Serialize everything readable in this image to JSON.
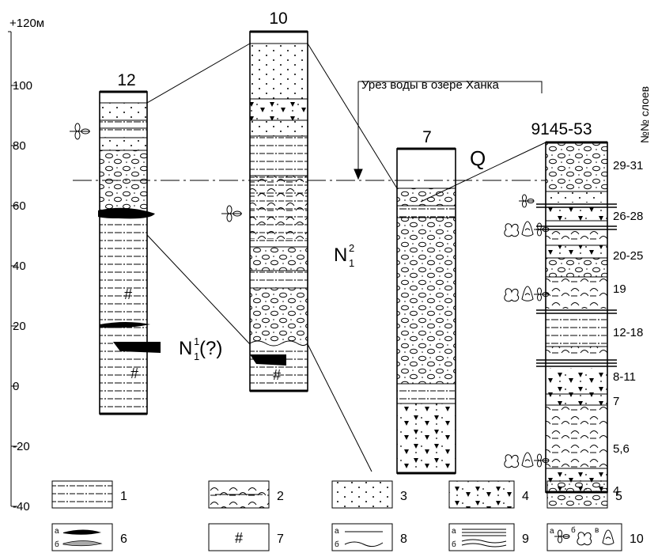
{
  "scale": {
    "top_label": "+120м",
    "ticks": [
      {
        "value": 100,
        "label": "100"
      },
      {
        "value": 80,
        "label": "80"
      },
      {
        "value": 60,
        "label": "60"
      },
      {
        "value": 40,
        "label": "40"
      },
      {
        "value": 20,
        "label": "20"
      },
      {
        "value": 0,
        "label": "0"
      },
      {
        "value": -20,
        "label": "-20"
      },
      {
        "value": -40,
        "label": "-40"
      }
    ]
  },
  "columns": [
    {
      "id": "12",
      "label": "12"
    },
    {
      "id": "10",
      "label": "10"
    },
    {
      "id": "7",
      "label": "7"
    },
    {
      "id": "9145-53",
      "label": "9145-53"
    }
  ],
  "annotations": {
    "water_level": "Урез воды в озере Ханка",
    "layers_header": "№№ слоев",
    "quaternary": "Q",
    "neogene_main": "N",
    "neogene_main_sup": "2",
    "neogene_main_sub": "1",
    "neogene_lower": "N",
    "neogene_lower_sup": "1",
    "neogene_lower_sub": "1",
    "neogene_lower_suffix": "(?)",
    "hash_symbol": "#"
  },
  "layer_numbers": [
    "29-31",
    "26-28",
    "20-25",
    "19",
    "12-18",
    "8-11",
    "7",
    "5,6",
    "4"
  ],
  "legend": [
    {
      "num": "1"
    },
    {
      "num": "2"
    },
    {
      "num": "3"
    },
    {
      "num": "4"
    },
    {
      "num": "5"
    },
    {
      "num": "6",
      "a": "а",
      "b": "б"
    },
    {
      "num": "7",
      "symbol": "#"
    },
    {
      "num": "8",
      "a": "а",
      "b": "б"
    },
    {
      "num": "9",
      "a": "а",
      "b": "б"
    },
    {
      "num": "10",
      "a": "а",
      "b": "б",
      "c": "в"
    }
  ]
}
